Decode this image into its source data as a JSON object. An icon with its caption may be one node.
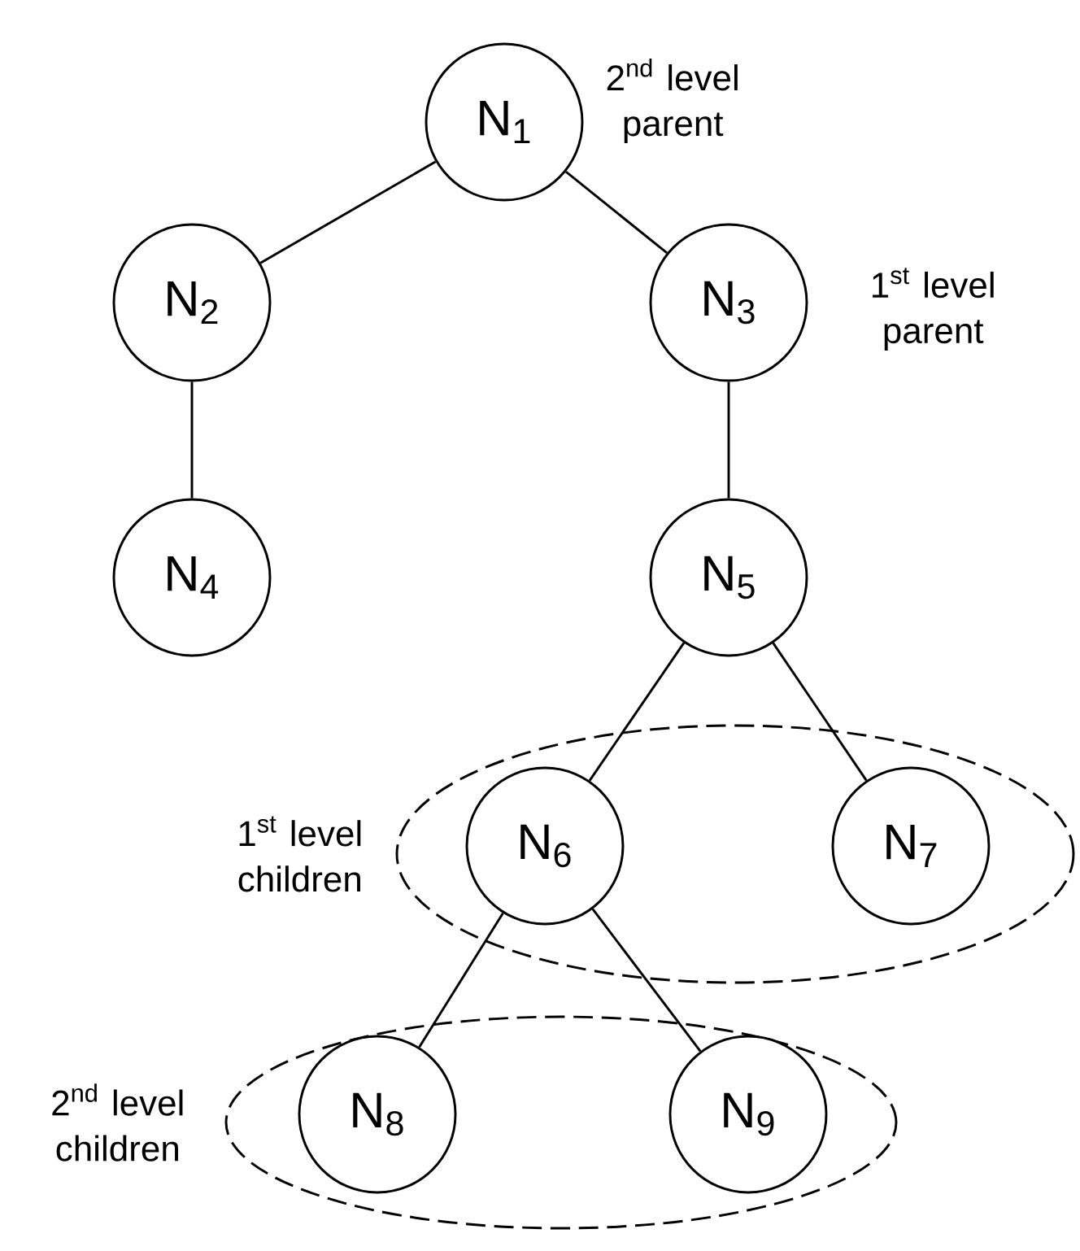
{
  "diagram": {
    "nodes": [
      {
        "text": [
          "N$_{1}$"
        ],
        "beside": [
          "2$^{nd}$ level parent"
        ]
      },
      {
        "text": [
          "N$_{2}$"
        ]
      },
      {
        "text": [
          "N$_{3}$"
        ],
        "beside": [
          "1$^{st}$ level parent"
        ]
      },
      {
        "text": [
          "N$_{4}$"
        ]
      },
      {
        "text": [
          "N$_{5}$"
        ]
      },
      {
        "text": [],
        "shape": "ellipse",
        "beside": [
          "1$^{st}$ level children"
        ]
      },
      {
        "text": [
          "N$_{6}$"
        ],
        "in": 5
      },
      {
        "text": [
          "N$_{7}$"
        ],
        "in": 5
      },
      {
        "text": [],
        "shape": "ellipse",
        "beside": [
          "2$^{nd}$ level children"
        ]
      },
      {
        "text": [
          "N$_{8}$"
        ],
        "in": 8
      },
      {
        "text": [
          "N$_{9}$"
        ],
        "in": 8
      }
    ],
    "edges": [
      {
        "from": 0,
        "to": 1,
        "arrow": "none"
      },
      {
        "from": 0,
        "to": 2,
        "arrow": "none"
      },
      {
        "from": 1,
        "to": 3,
        "arrow": "none"
      },
      {
        "from": 2,
        "to": 4,
        "arrow": "none"
      },
      {
        "from": 4,
        "to": 6,
        "arrow": "none"
      },
      {
        "from": 4,
        "to": 7,
        "arrow": "none"
      },
      {
        "from": 6,
        "to": 9,
        "arrow": "none"
      },
      {
        "from": 6,
        "to": 10,
        "arrow": "none"
      }
    ]
  }
}
